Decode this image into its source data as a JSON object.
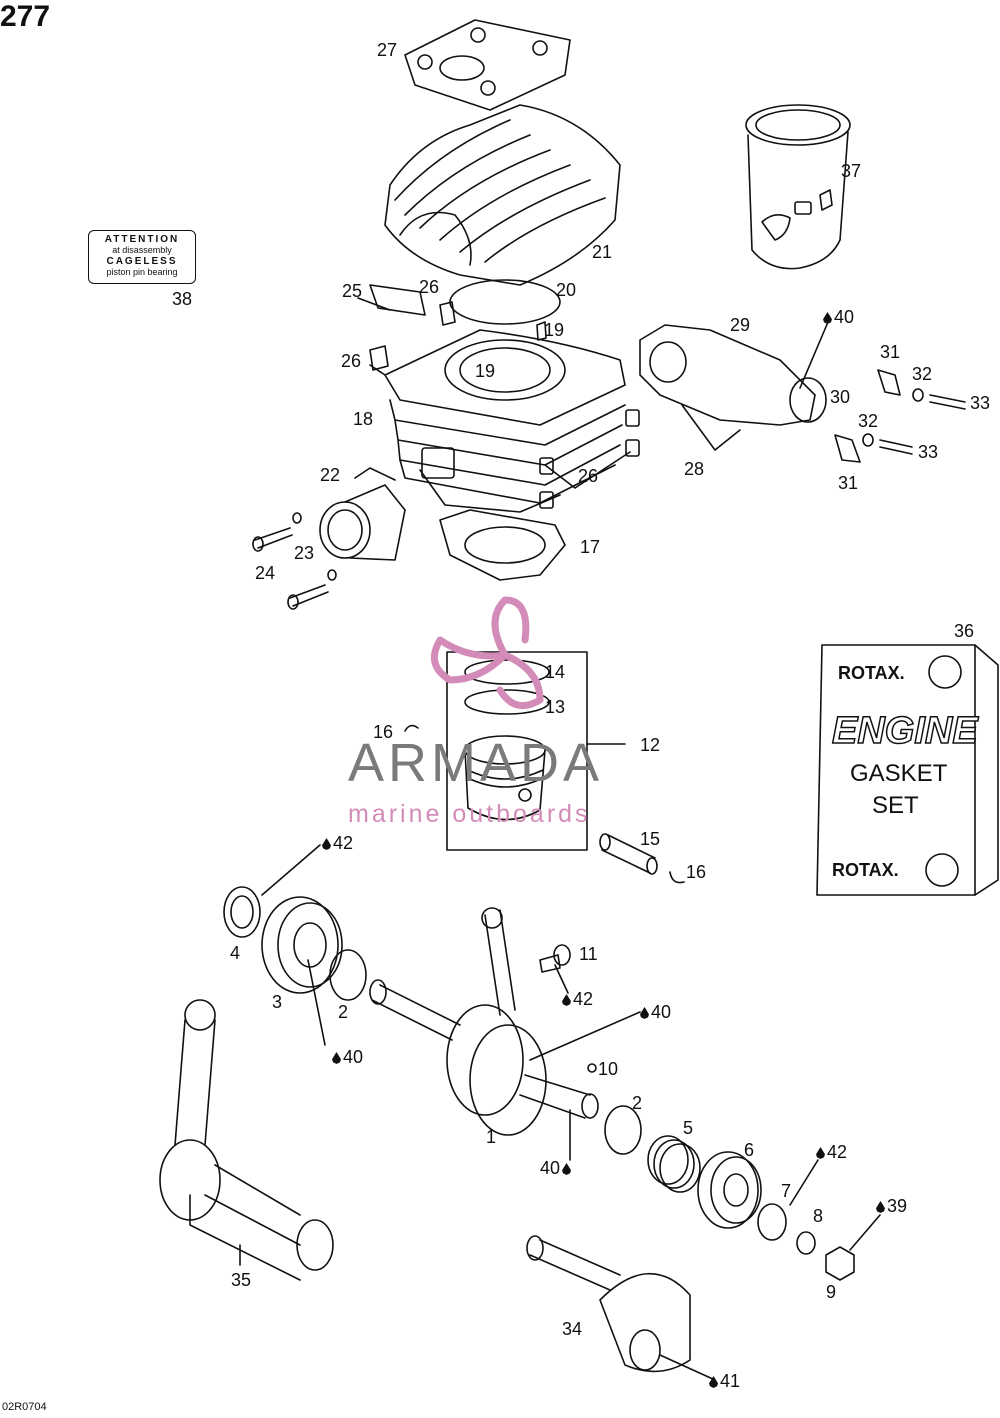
{
  "page": {
    "number": "277",
    "drawing_code": "02R0704"
  },
  "sticker": {
    "line1": "ATTENTION",
    "line2": "at disassembly",
    "line3": "CAGELESS",
    "line4": "piston pin bearing"
  },
  "gasket_kit": {
    "brand_top": "ROTAX.",
    "title1": "ENGINE",
    "title2": "GASKET",
    "title3": "SET",
    "brand_bottom": "ROTAX."
  },
  "watermark": {
    "brand": "ARMADA",
    "tagline": "marine outboards",
    "accent_color": "#d38cb7",
    "brand_color": "#7a7a7a"
  },
  "callouts": [
    {
      "id": "c27",
      "label": "27",
      "drop": false
    },
    {
      "id": "c37",
      "label": "37",
      "drop": false
    },
    {
      "id": "c21",
      "label": "21",
      "drop": false
    },
    {
      "id": "c38",
      "label": "38",
      "drop": false
    },
    {
      "id": "c25",
      "label": "25",
      "drop": false
    },
    {
      "id": "c26a",
      "label": "26",
      "drop": false
    },
    {
      "id": "c20",
      "label": "20",
      "drop": false
    },
    {
      "id": "c19a",
      "label": "19",
      "drop": false
    },
    {
      "id": "c26b",
      "label": "26",
      "drop": false
    },
    {
      "id": "c19b",
      "label": "19",
      "drop": false
    },
    {
      "id": "c29",
      "label": "29",
      "drop": false
    },
    {
      "id": "c40a",
      "label": "40",
      "drop": true
    },
    {
      "id": "c31a",
      "label": "31",
      "drop": false
    },
    {
      "id": "c32a",
      "label": "32",
      "drop": false
    },
    {
      "id": "c30",
      "label": "30",
      "drop": false
    },
    {
      "id": "c33a",
      "label": "33",
      "drop": false
    },
    {
      "id": "c18",
      "label": "18",
      "drop": false
    },
    {
      "id": "c32b",
      "label": "32",
      "drop": false
    },
    {
      "id": "c33b",
      "label": "33",
      "drop": false
    },
    {
      "id": "c22",
      "label": "22",
      "drop": false
    },
    {
      "id": "c26c",
      "label": "26",
      "drop": false
    },
    {
      "id": "c28",
      "label": "28",
      "drop": false
    },
    {
      "id": "c31b",
      "label": "31",
      "drop": false
    },
    {
      "id": "c17",
      "label": "17",
      "drop": false
    },
    {
      "id": "c23",
      "label": "23",
      "drop": false
    },
    {
      "id": "c24",
      "label": "24",
      "drop": false
    },
    {
      "id": "c36",
      "label": "36",
      "drop": false
    },
    {
      "id": "c14",
      "label": "14",
      "drop": false
    },
    {
      "id": "c13",
      "label": "13",
      "drop": false
    },
    {
      "id": "c16a",
      "label": "16",
      "drop": false
    },
    {
      "id": "c12",
      "label": "12",
      "drop": false
    },
    {
      "id": "c15",
      "label": "15",
      "drop": false
    },
    {
      "id": "c16b",
      "label": "16",
      "drop": false
    },
    {
      "id": "c42a",
      "label": "42",
      "drop": true
    },
    {
      "id": "c4",
      "label": "4",
      "drop": false
    },
    {
      "id": "c11",
      "label": "11",
      "drop": false
    },
    {
      "id": "c42b",
      "label": "42",
      "drop": true
    },
    {
      "id": "c3",
      "label": "3",
      "drop": false
    },
    {
      "id": "c2a",
      "label": "2",
      "drop": false
    },
    {
      "id": "c40b",
      "label": "40",
      "drop": true
    },
    {
      "id": "c40c",
      "label": "40",
      "drop": true
    },
    {
      "id": "c10",
      "label": "10",
      "drop": false
    },
    {
      "id": "c2b",
      "label": "2",
      "drop": false
    },
    {
      "id": "c1",
      "label": "1",
      "drop": false
    },
    {
      "id": "c5",
      "label": "5",
      "drop": false
    },
    {
      "id": "c6",
      "label": "6",
      "drop": false
    },
    {
      "id": "c42c",
      "label": "42",
      "drop": true
    },
    {
      "id": "c40d",
      "label": "40",
      "drop": true,
      "drop_after": true
    },
    {
      "id": "c7",
      "label": "7",
      "drop": false
    },
    {
      "id": "c39",
      "label": "39",
      "drop": true
    },
    {
      "id": "c8",
      "label": "8",
      "drop": false
    },
    {
      "id": "c9",
      "label": "9",
      "drop": false
    },
    {
      "id": "c35",
      "label": "35",
      "drop": false
    },
    {
      "id": "c34",
      "label": "34",
      "drop": false
    },
    {
      "id": "c41",
      "label": "41",
      "drop": true
    }
  ]
}
